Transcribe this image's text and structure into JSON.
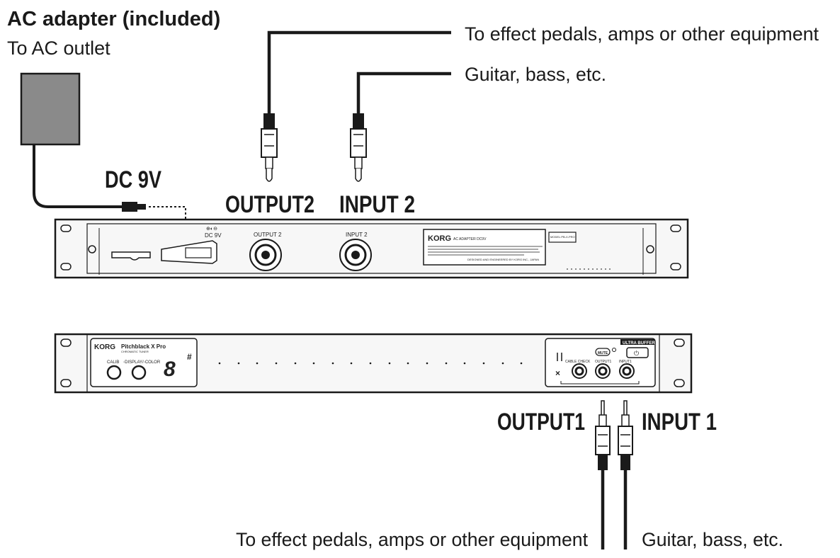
{
  "labels": {
    "ac_adapter_title": "AC adapter (included)",
    "ac_outlet": "To AC outlet",
    "dc9v": "DC 9V",
    "output2": "OUTPUT2",
    "input2": "INPUT 2",
    "output2_dest": "To effect pedals, amps or other equipment",
    "input2_src": "Guitar, bass, etc.",
    "output1": "OUTPUT1",
    "input1": "INPUT 1",
    "output1_dest": "To effect pedals, amps or other equipment",
    "input1_src": "Guitar, bass, etc."
  },
  "rear_panel": {
    "dc_label": "DC 9V",
    "output2_label": "OUTPUT 2",
    "input2_label": "INPUT 2",
    "brand": "KORG",
    "adapter_note": "AC ADAPTER DC9V",
    "model_label": "MODEL:PB-X-PRO",
    "designed": "DESIGNED AND ENGINEERED BY KORG INC., JAPAN"
  },
  "front_panel": {
    "brand": "KORG",
    "model": "Pitchblack X Pro",
    "subtitle": "CHROMATIC TUNER",
    "calib_label": "CALIB",
    "display_color_label": "◦DISPLAY/◦COLOR",
    "ultra_buffer": "ULTRA BUFFER",
    "mute_label": "MUTE",
    "cable_check_label": "CABLE CHECK",
    "output1_label": "OUTPUT1",
    "input1_label": "INPUT1",
    "display_glyph": "8",
    "sharp_glyph": "#"
  },
  "colors": {
    "ink": "#1a1a1a",
    "device_fill": "#f7f7f7",
    "adapter_fill": "#8a8a8a"
  }
}
